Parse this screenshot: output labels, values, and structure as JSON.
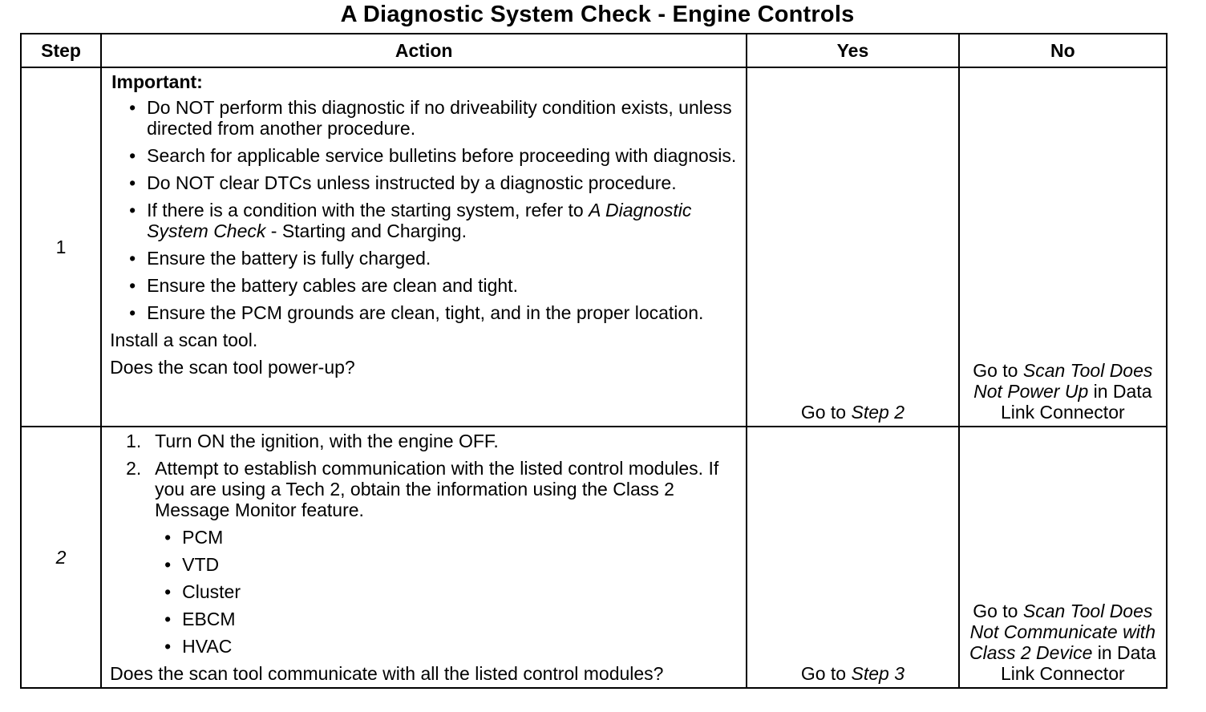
{
  "title": "A Diagnostic System Check - Engine Controls",
  "headers": {
    "step": "Step",
    "action": "Action",
    "yes": "Yes",
    "no": "No"
  },
  "row1": {
    "step": "1",
    "important_label": "Important:",
    "bullets": [
      "Do NOT perform this diagnostic if no driveability condition exists, unless directed from another procedure.",
      "Search for applicable service bulletins before proceeding with diagnosis.",
      "Do NOT clear DTCs unless instructed by a diagnostic procedure.",
      "If there is a condition with the starting system, refer to",
      "Ensure the battery is fully charged.",
      "Ensure the battery cables are clean and tight.",
      "Ensure the PCM grounds are clean, tight, and in the proper location."
    ],
    "ref_italic": "A Diagnostic System Check",
    "ref_tail": " - Starting and Charging.",
    "install": "Install a scan tool.",
    "question": "Does the scan tool power-up?",
    "yes_prefix": "Go to ",
    "yes_italic": "Step 2",
    "no_prefix": "Go to ",
    "no_italic": "Scan Tool Does Not Power Up",
    "no_tail": " in Data Link Connector"
  },
  "row2": {
    "step": "2",
    "steps": [
      "Turn ON the ignition, with the engine OFF.",
      "Attempt to establish communication with the listed control modules. If you are using a Tech 2, obtain the information using the Class 2 Message Monitor feature."
    ],
    "modules": [
      "PCM",
      "VTD",
      "Cluster",
      "EBCM",
      "HVAC"
    ],
    "question": "Does the scan tool communicate with all the listed control modules?",
    "yes_prefix": "Go to ",
    "yes_italic": "Step 3",
    "no_prefix": "Go to ",
    "no_italic": "Scan Tool Does Not Communicate with Class 2 Device",
    "no_tail": " in Data Link Connector"
  }
}
